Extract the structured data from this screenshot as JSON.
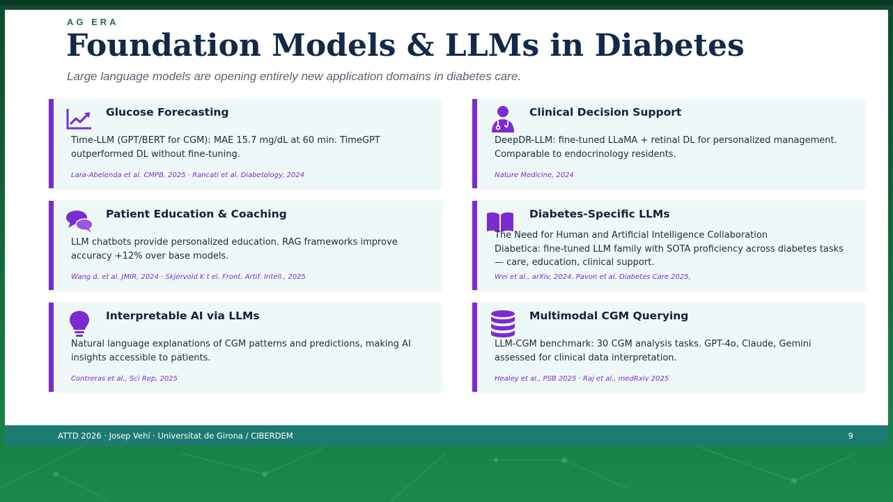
{
  "header": {
    "eyebrow": "AG ERA",
    "title": "Foundation Models & LLMs in Diabetes",
    "subtitle": "Large language models are opening entirely new application domains in diabetes care."
  },
  "cards": [
    {
      "title": "Glucose Forecasting",
      "icon": "chart-line-icon",
      "lines": [
        "Time-LLM (GPT/BERT for CGM): MAE 15.7 mg/dL at 60 min. TimeGPT",
        "outperformed DL without fine-tuning."
      ],
      "ref": "Lara-Abelenda et al. CMPB, 2025 · Rancati et al. Diabetology, 2024"
    },
    {
      "title": "Clinical Decision Support",
      "icon": "doctor-icon",
      "lines": [
        "DeepDR-LLM: fine-tuned LLaMA + retinal DL for personalized management.",
        "Comparable to endocrinology residents."
      ],
      "ref": "Nature Medicine, 2024"
    },
    {
      "title": "Patient Education & Coaching",
      "icon": "chat-bubbles-icon",
      "lines": [
        "LLM chatbots provide personalized education. RAG frameworks improve",
        "accuracy +12% over base models."
      ],
      "ref": "Wang d. et al. JMIR, 2024 · Skjervold K t el. Front. Artif. Intell., 2025"
    },
    {
      "title": "Diabetes-Specific LLMs",
      "icon": "book-open-icon",
      "lines": [
        "The Need for Human and Artificial Intelligence Collaboration",
        "Diabetica: fine-tuned LLM family with SOTA proficiency across diabetes tasks",
        "— care, education, clinical support."
      ],
      "ref": "Wei et al., arXiv, 2024. Pavon et al. Diabetes Care 2025,"
    },
    {
      "title": "Interpretable AI via LLMs",
      "icon": "lightbulb-icon",
      "lines": [
        "Natural language explanations of CGM patterns and predictions, making AI",
        "insights accessible to patients."
      ],
      "ref": "Contreras et al., Sci Rep, 2025"
    },
    {
      "title": "Multimodal CGM Querying",
      "icon": "database-icon",
      "lines": [
        "LLM-CGM benchmark: 30 CGM analysis tasks. GPT-4o, Claude, Gemini",
        "assessed for clinical data interpretation."
      ],
      "ref": "Healey et al., PSB 2025 · Raj et al., medRxiv 2025"
    }
  ],
  "footer": {
    "text": "ATTD 2026  ·  Josep Vehí  ·  Universitat de Girona / CIBERDEM",
    "page": "9"
  },
  "colors": {
    "accent": "#7a2bd3",
    "title": "#12294a",
    "eyebrow": "#1f6b50",
    "footer_bg": "#1e7b6f",
    "card_bg": "#eef8f8"
  }
}
